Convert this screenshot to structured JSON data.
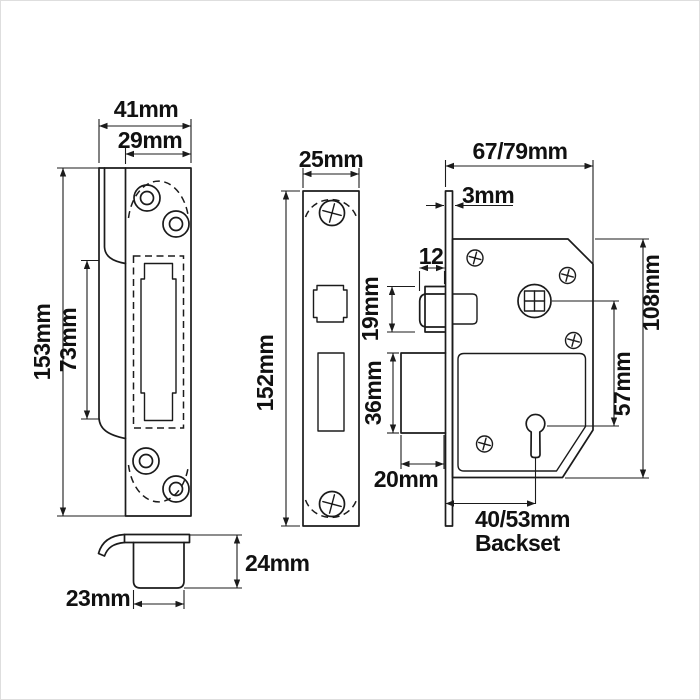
{
  "drawing": {
    "title_hint": "mortice lock dimension diagram",
    "strike_front": {
      "dim_total_width": "41mm",
      "dim_plate_width": "29mm",
      "dim_total_height": "153mm",
      "dim_cutout_height": "73mm"
    },
    "strike_side": {
      "dim_depth": "24mm",
      "dim_box_width": "23mm"
    },
    "faceplate": {
      "dim_width": "25mm",
      "dim_height": "152mm"
    },
    "lock_body": {
      "dim_case": "67/79mm",
      "dim_plate_thickness": "3mm",
      "dim_latch_depth": "12",
      "dim_latch_height": "19mm",
      "dim_deadbolt_height": "36mm",
      "dim_deadbolt_depth": "20mm",
      "dim_case_height": "108mm",
      "dim_centres": "57mm",
      "dim_backset_value": "40/53mm",
      "dim_backset_label": "Backset"
    }
  },
  "colors": {
    "line": "#1b1b1b",
    "background": "#ffffff",
    "border": "#dedede"
  }
}
